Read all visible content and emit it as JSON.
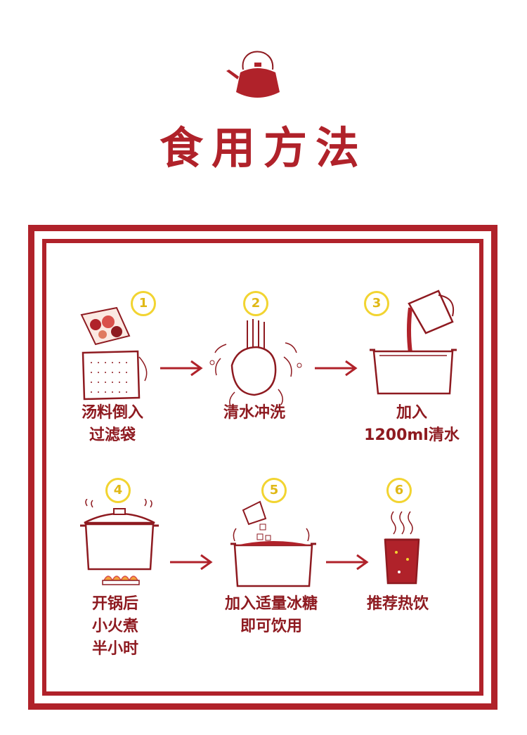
{
  "header": {
    "title": "食用方法"
  },
  "steps": [
    {
      "number": "1",
      "label": "汤料倒入\n过滤袋"
    },
    {
      "number": "2",
      "label": "清水冲洗"
    },
    {
      "number": "3",
      "label": "加入\n1200ml清水"
    },
    {
      "number": "4",
      "label": "开锅后\n小火煮\n半小时"
    },
    {
      "number": "5",
      "label": "加入适量冰糖\n即可饮用"
    },
    {
      "number": "6",
      "label": "推荐热饮"
    }
  ],
  "colors": {
    "accent": "#b0222a",
    "number_ring": "#f2d431"
  }
}
